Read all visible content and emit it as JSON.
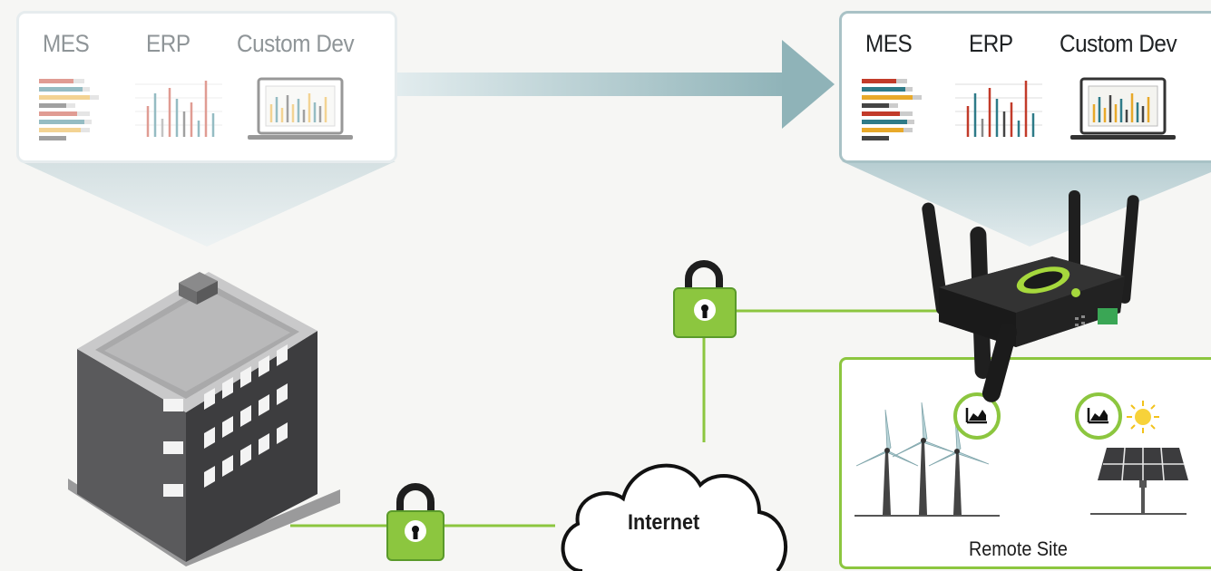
{
  "left_panel": {
    "titles": [
      "MES",
      "ERP",
      "Custom Dev"
    ]
  },
  "right_panel": {
    "titles": [
      "MES",
      "ERP",
      "Custom Dev"
    ]
  },
  "internet_label": "Internet",
  "remote_site_label": "Remote Site",
  "colors": {
    "green": "#8cc63f",
    "green_dark": "#5a9a2a",
    "arrow": "#8fb3b8",
    "building_dark": "#3d3d3f",
    "building_roof": "#b9b9ba"
  },
  "icons": [
    "padlock-icon",
    "cloud-icon",
    "building-icon",
    "router-icon",
    "wind-turbine-icon",
    "solar-panel-icon",
    "chart-icon",
    "sun-icon",
    "laptop-icon"
  ]
}
